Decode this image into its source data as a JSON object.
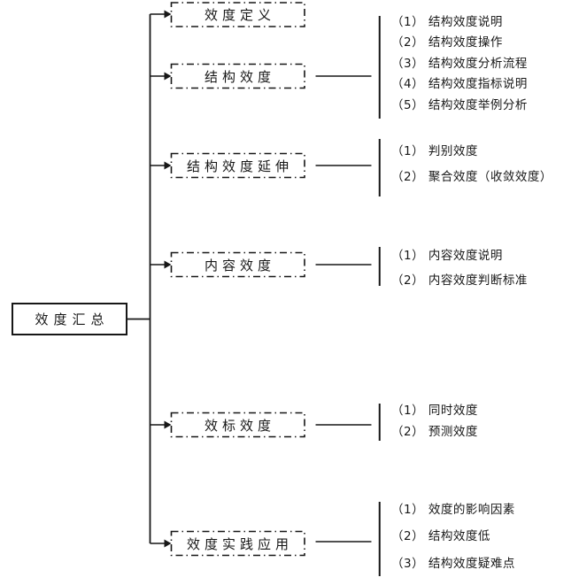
{
  "root": {
    "label": "效度汇总"
  },
  "branches": [
    {
      "label": "效度定义",
      "children": []
    },
    {
      "label": "结构效度",
      "children": [
        "（1） 结构效度说明",
        "（2） 结构效度操作",
        "（3） 结构效度分析流程",
        "（4） 结构效度指标说明",
        "（5） 结构效度举例分析"
      ]
    },
    {
      "label": "结构效度延伸",
      "children": [
        "（1） 判别效度",
        "（2） 聚合效度（收敛效度）"
      ]
    },
    {
      "label": "内容效度",
      "children": [
        "（1） 内容效度说明",
        "（2） 内容效度判断标准"
      ]
    },
    {
      "label": "效标效度",
      "children": [
        "（1） 同时效度",
        "（2） 预测效度"
      ]
    },
    {
      "label": "效度实践应用",
      "children": [
        "（1） 效度的影响因素",
        "（2） 结构效度低",
        "（3） 结构效度疑难点"
      ]
    }
  ],
  "colors": {
    "line": "#171717",
    "background": "#ffffff"
  }
}
